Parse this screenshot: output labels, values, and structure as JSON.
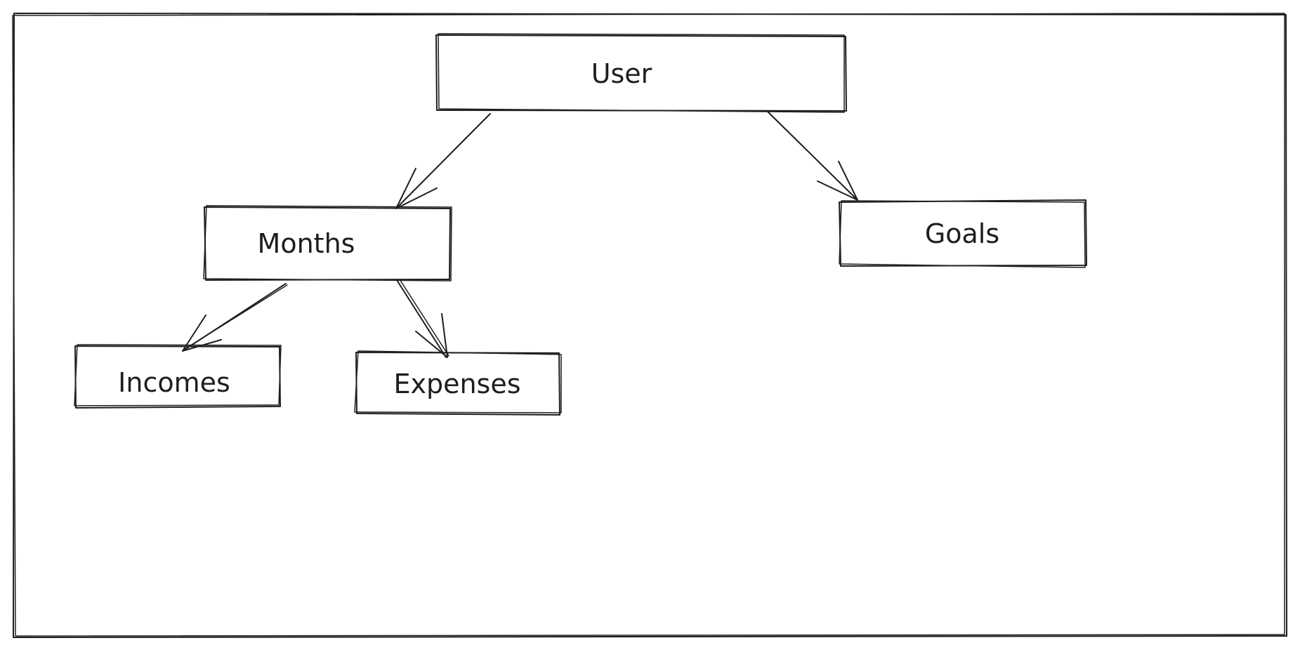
{
  "diagram": {
    "stroke_color": "#1e1e1e",
    "background": "#ffffff",
    "nodes": [
      {
        "id": "user",
        "label": "User"
      },
      {
        "id": "months",
        "label": "Months"
      },
      {
        "id": "goals",
        "label": "Goals"
      },
      {
        "id": "incomes",
        "label": "Incomes"
      },
      {
        "id": "expenses",
        "label": "Expenses"
      }
    ],
    "edges": [
      {
        "from": "user",
        "to": "months"
      },
      {
        "from": "user",
        "to": "goals"
      },
      {
        "from": "months",
        "to": "incomes"
      },
      {
        "from": "months",
        "to": "expenses"
      }
    ]
  }
}
